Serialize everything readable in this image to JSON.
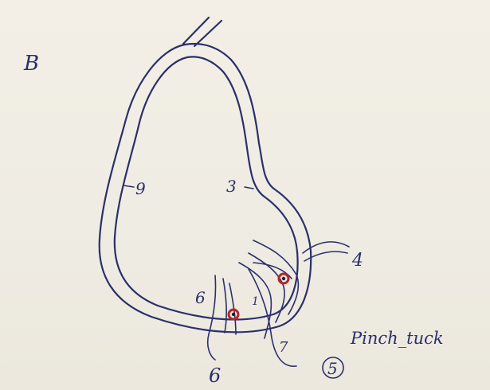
{
  "figure_letter": "B",
  "labels": {
    "nine": "9",
    "three": "3",
    "four": "4",
    "six_upper": "6",
    "six_lower": "6",
    "one": "1",
    "seven": "7",
    "five": "5"
  },
  "caption": "Pinch_tuck",
  "colors": {
    "paper": "#f3efe6",
    "ink": "#2a2f6b",
    "marker": "#b0272b"
  }
}
